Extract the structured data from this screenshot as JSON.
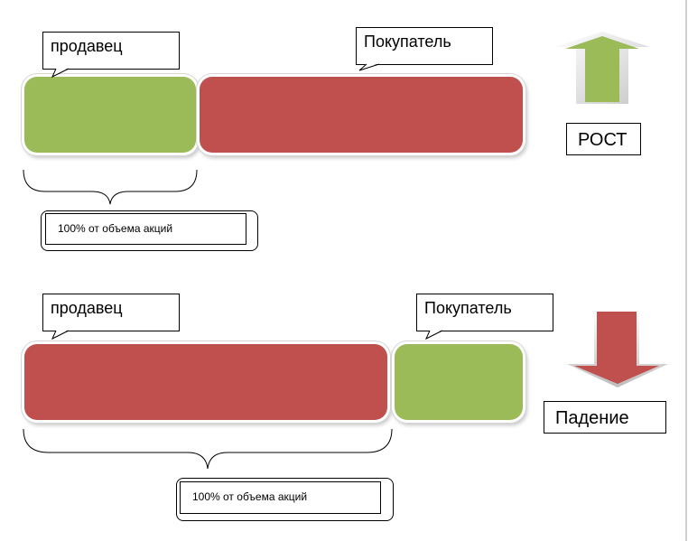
{
  "growth_scenario": {
    "seller_label": "продавец",
    "buyer_label": "Покупатель",
    "seller_color": "#9bbb59",
    "buyer_color": "#c0504d",
    "volume_note": "100% от объема акций",
    "trend_label": "РОСТ",
    "trend_icon": "up-arrow-icon",
    "trend_color": "#9bbb59"
  },
  "decline_scenario": {
    "seller_label": "продавец",
    "buyer_label": "Покупатель",
    "seller_color": "#c0504d",
    "buyer_color": "#9bbb59",
    "volume_note": "100% от объема акций",
    "trend_label": "Падение",
    "trend_icon": "down-arrow-icon",
    "trend_color": "#c0504d"
  }
}
